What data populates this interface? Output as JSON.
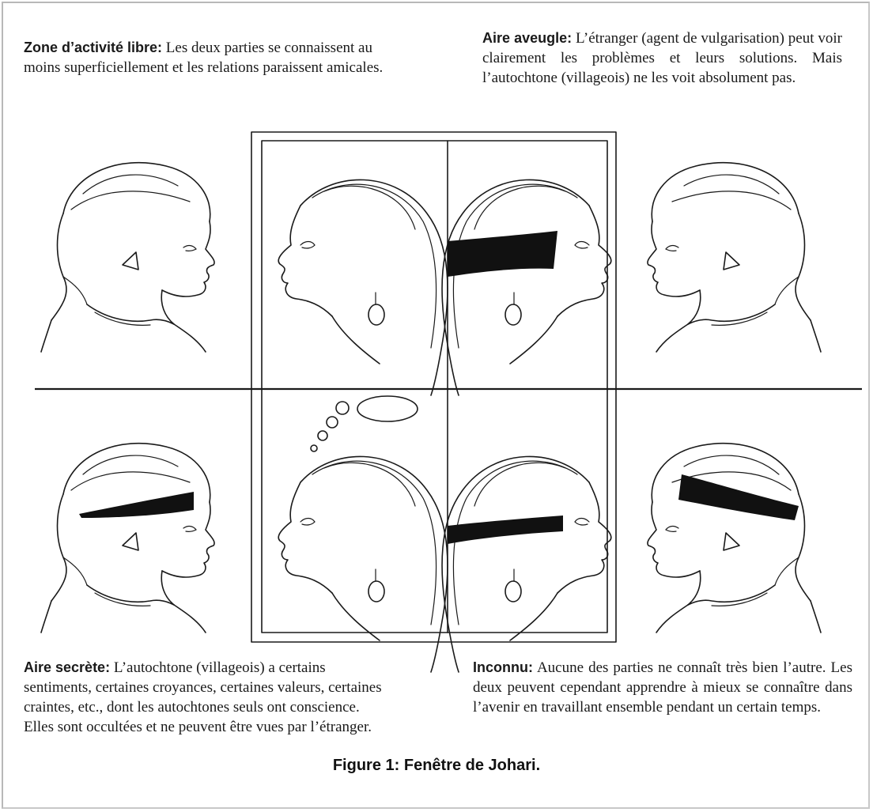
{
  "quadrants": {
    "top_left": {
      "heading": "Zone d’activité libre:",
      "text": " Les deux parties se connaissent au moins superficiellement et les relations paraissent amicales."
    },
    "top_right": {
      "heading": "Aire aveugle:",
      "text": " L’étranger (agent de vulgarisation) peut voir clairement les problèmes et leurs solutions. Mais l’autochtone (villageois) ne les voit absolument pas."
    },
    "bottom_left": {
      "heading": "Aire secrète:",
      "text": " L’autochtone (villageois) a certains sentiments, certaines croyances, certaines valeurs, certaines craintes, etc., dont les autochtones seuls ont conscience. Elles sont occultées et ne peuvent être vues par l’étranger."
    },
    "bottom_right": {
      "heading": "Inconnu:",
      "text": " Aucune des parties ne connaît très bien l’autre. Les deux peuvent cependant apprendre à mieux se connaître dans l’avenir en travaillant ensemble pendant un certain temps."
    }
  },
  "figure_caption": "Figure 1: Fenêtre de Johari.",
  "colors": {
    "ink": "#1a1a1a",
    "border": "#b8b8b8",
    "background": "#ffffff"
  }
}
